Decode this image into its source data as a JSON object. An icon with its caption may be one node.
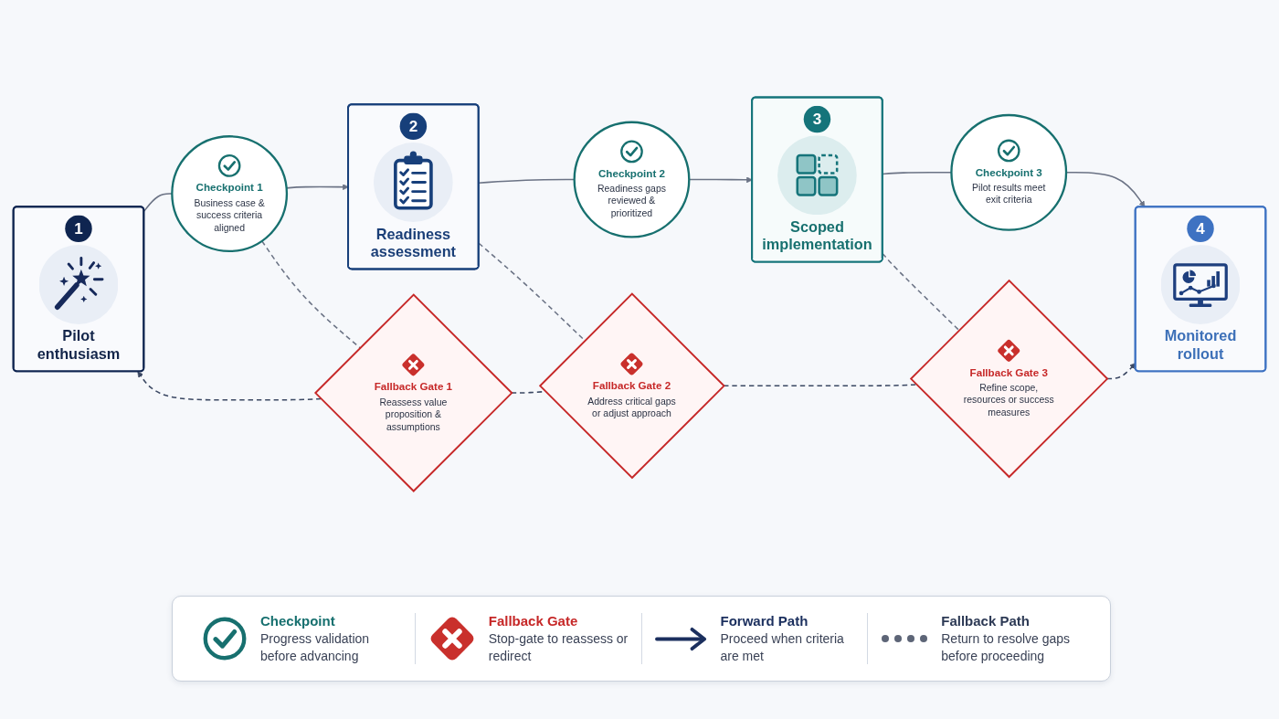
{
  "diagram": {
    "nodes": [
      {
        "text": [
          "1",
          "Pilot enthusiasm"
        ]
      },
      {
        "text": [
          "Checkpoint 1",
          "Business case & success criteria aligned"
        ]
      },
      {
        "text": [
          "2",
          "Readiness assessment"
        ]
      },
      {
        "text": [
          "Checkpoint 2",
          "Readiness gaps reviewed & prioritized"
        ]
      },
      {
        "text": [
          "3",
          "Scoped implementation"
        ]
      },
      {
        "text": [
          "Checkpoint 3",
          "Pilot results meet exit criteria"
        ]
      },
      {
        "text": [
          "4",
          "Monitored rollout"
        ]
      },
      {
        "text": [
          "Fallback Gate 1",
          "Reassess value proposition & assumptions"
        ]
      },
      {
        "text": [
          "Fallback Gate 2",
          "Address critical gaps or adjust approach"
        ]
      },
      {
        "text": [
          "Fallback Gate 3",
          "Refine scope, resources or success measures"
        ]
      }
    ],
    "edges": [
      {
        "from": 0,
        "to": 1,
        "arrow": "none"
      },
      {
        "from": 1,
        "to": 2,
        "arrow": "to"
      },
      {
        "from": 2,
        "to": 3,
        "arrow": "none"
      },
      {
        "from": 3,
        "to": 4,
        "arrow": "to"
      },
      {
        "from": 4,
        "to": 5,
        "arrow": "none"
      },
      {
        "from": 5,
        "to": 6,
        "arrow": "to"
      },
      {
        "from": 1,
        "to": 7,
        "arrow": "none",
        "style": "dashed"
      },
      {
        "from": 2,
        "to": 8,
        "arrow": "none",
        "style": "dashed"
      },
      {
        "from": 4,
        "to": 9,
        "arrow": "none",
        "style": "dashed"
      },
      {
        "from": 7,
        "to": 0,
        "arrow": "to",
        "style": "dashed",
        "color": "#3b4863"
      },
      {
        "from": 7,
        "to": 8,
        "arrow": "none",
        "style": "dashed",
        "color": "#3b4863"
      },
      {
        "from": 8,
        "to": 9,
        "arrow": "none",
        "style": "dashed",
        "color": "#3b4863"
      },
      {
        "from": 9,
        "to": 6,
        "arrow": "to",
        "style": "dashed",
        "color": "#3b4863"
      }
    ],
    "labels": [
      "Progress validation before advancing",
      "Stop-gate to reassess or redirect",
      "Proceed when criteria are met",
      "Return to resolve gaps before proceeding"
    ],
    "legend": [
      {
        "text": "Checkpoint"
      },
      {
        "text": "Fallback Gate"
      },
      {
        "text": "Forward Path"
      },
      {
        "text": "Fallback Path"
      }
    ]
  }
}
